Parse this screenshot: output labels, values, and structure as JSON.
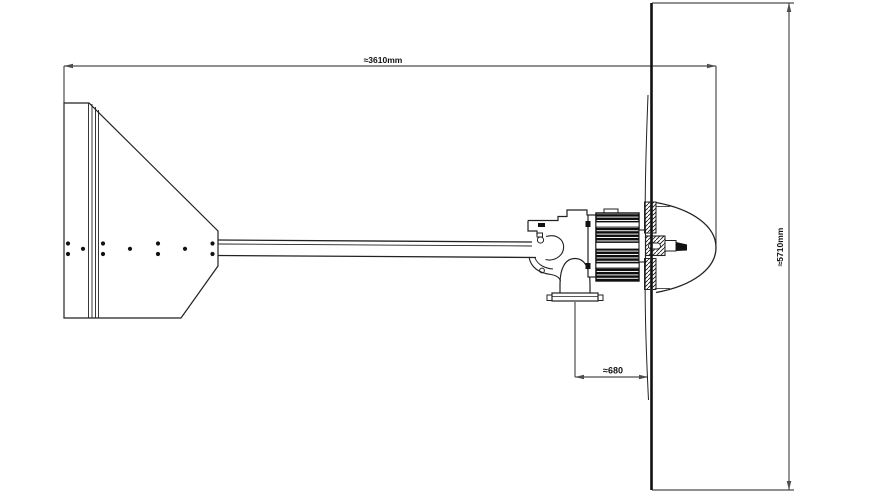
{
  "drawing": {
    "kind": "cad-2d-elevation",
    "dimensions": {
      "overall_length": "≈3610mm",
      "rotor_height": "≈5710mm",
      "tower_to_rotor_offset": "≈680"
    },
    "colors": {
      "geometry_line": "#222222",
      "dimension_line": "#4d4d4d",
      "solid_fill": "#111111",
      "background": "#ffffff"
    }
  }
}
